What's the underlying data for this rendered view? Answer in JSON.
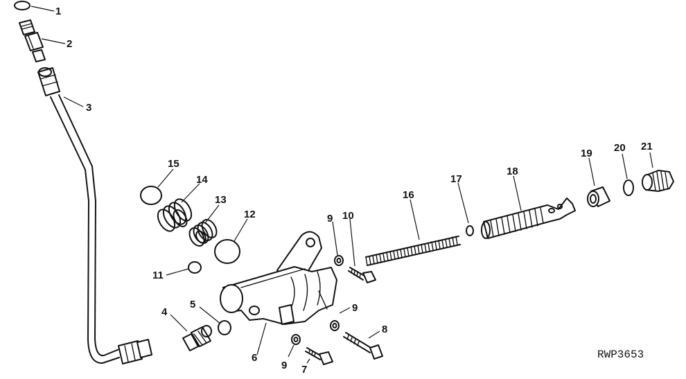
{
  "figure_code": "RWP3653",
  "callouts": [
    "1",
    "2",
    "3",
    "4",
    "5",
    "6",
    "7",
    "8",
    "9",
    "9",
    "9",
    "10",
    "11",
    "12",
    "13",
    "14",
    "15",
    "16",
    "17",
    "18",
    "19",
    "20",
    "21"
  ],
  "parts": [
    {
      "id": "1",
      "name": "o-ring"
    },
    {
      "id": "2",
      "name": "fitting"
    },
    {
      "id": "3",
      "name": "pipe"
    },
    {
      "id": "4",
      "name": "fitting"
    },
    {
      "id": "5",
      "name": "o-ring"
    },
    {
      "id": "6",
      "name": "housing"
    },
    {
      "id": "7",
      "name": "cap-screw"
    },
    {
      "id": "8",
      "name": "cap-screw"
    },
    {
      "id": "9",
      "name": "lock-washer"
    },
    {
      "id": "10",
      "name": "cap-screw"
    },
    {
      "id": "11",
      "name": "o-ring"
    },
    {
      "id": "12",
      "name": "o-ring"
    },
    {
      "id": "13",
      "name": "spring"
    },
    {
      "id": "14",
      "name": "spring"
    },
    {
      "id": "15",
      "name": "o-ring"
    },
    {
      "id": "16",
      "name": "spring"
    },
    {
      "id": "17",
      "name": "o-ring"
    },
    {
      "id": "18",
      "name": "valve"
    },
    {
      "id": "19",
      "name": "bushing"
    },
    {
      "id": "20",
      "name": "o-ring"
    },
    {
      "id": "21",
      "name": "plug"
    }
  ]
}
